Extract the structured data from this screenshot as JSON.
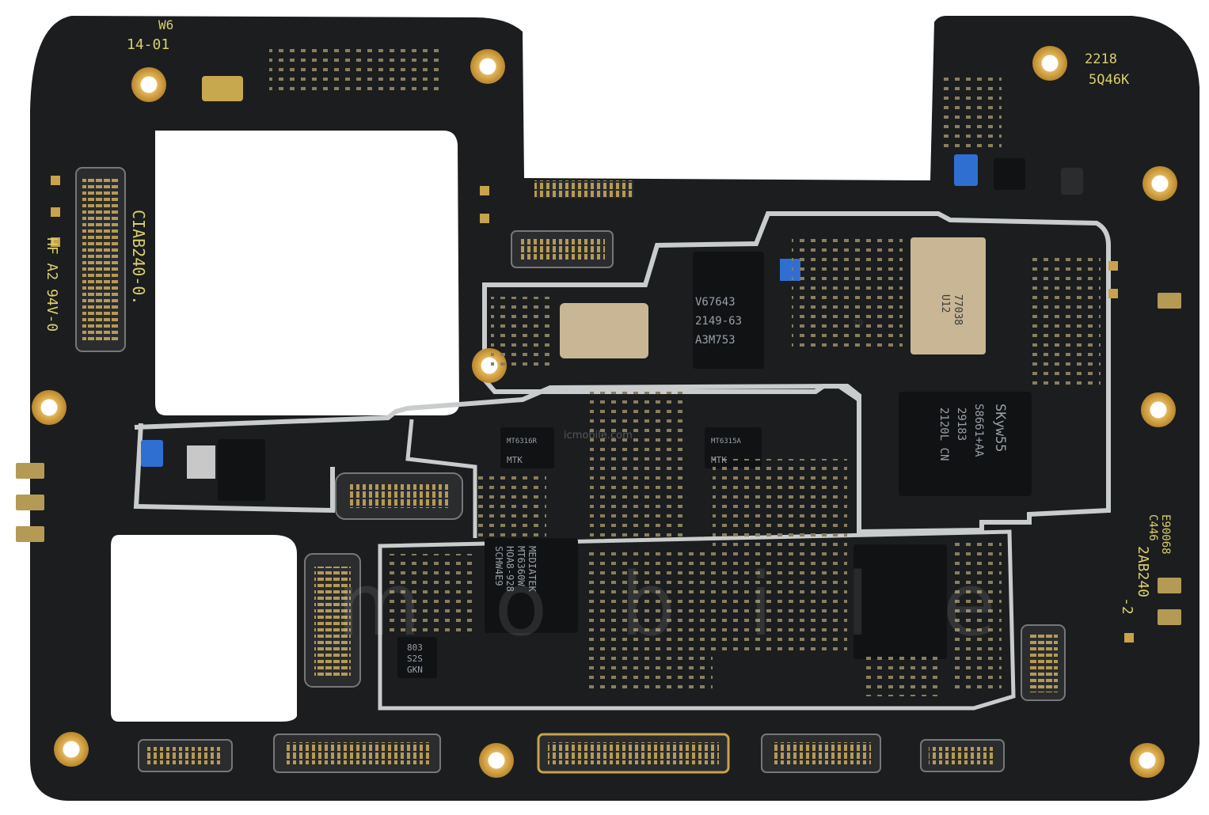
{
  "silkscreen": {
    "week": "W6",
    "date": "14-01",
    "lot_code_1": "2218",
    "lot_code_2": "5Q46K",
    "board_code": "CIAB240-0.",
    "flammability": "HF A2 94V-0",
    "board_code_2a": "2AB240",
    "board_code_2b": "-2",
    "rev_code_1": "C446",
    "rev_code_2": "E90068"
  },
  "chips": {
    "main_1": "V67643",
    "main_2": "2149-63",
    "main_3": "A3M753",
    "skyworks_1": "SKyw55",
    "skyworks_2": "S8661+AA",
    "skyworks_3": "29183",
    "skyworks_4": "2120L CN",
    "mediatek_1": "MEDIATEK",
    "mediatek_2": "MT6360W",
    "mediatek_3": "HOA8-928",
    "mediatek_4": "SCHW4E9",
    "mt1_1": "MTK",
    "mt1_2": "MT6316R",
    "mt2_1": "MTK",
    "mt2_2": "MT6315A",
    "qfn_1": "803",
    "qfn_2": "S2S",
    "qfn_3": "GKN",
    "wifi_1": "77038",
    "wifi_2": "U12",
    "small_1": "79"
  },
  "watermark": {
    "main": "icmobile",
    "small": "icmobile.com"
  },
  "colors": {
    "board": "#1b1d1f",
    "gold": "#c9a24a",
    "silk": "#d9cf6a",
    "shield": "#c9cccc"
  }
}
